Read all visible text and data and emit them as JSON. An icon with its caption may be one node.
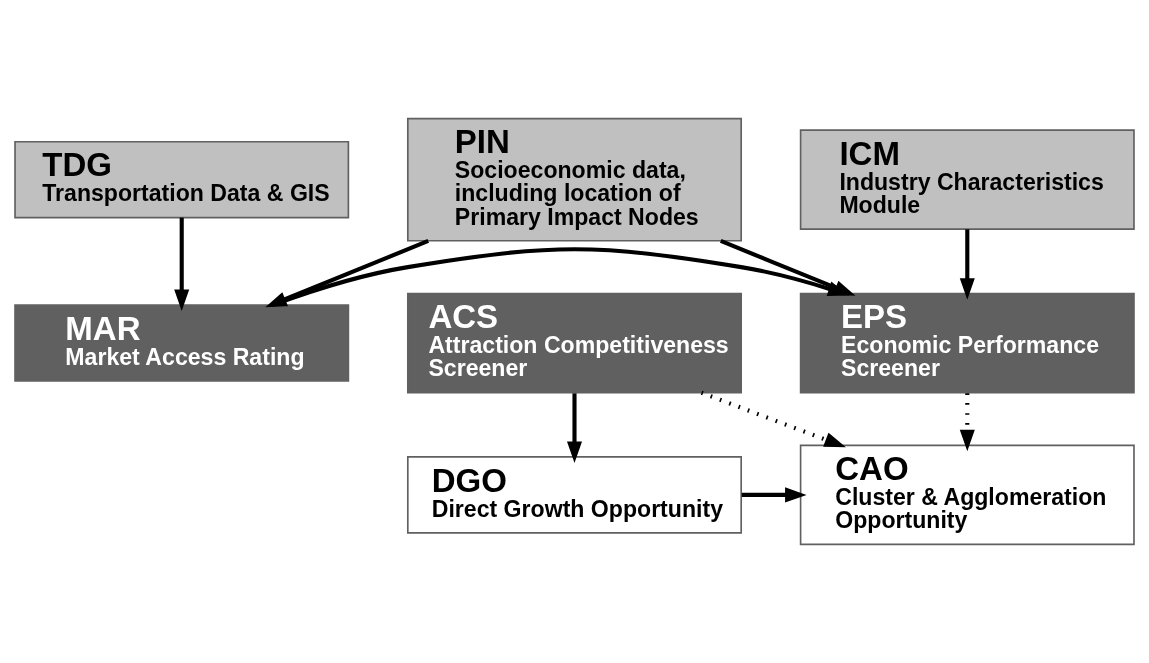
{
  "diagram": {
    "nodes": [
      {
        "text": [
          "TDG",
          "Transportation Data & GIS"
        ]
      },
      {
        "text": [
          "PIN",
          "Socioeconomic data, including location of Primary Impact Nodes"
        ]
      },
      {
        "text": [
          "ICM",
          "Industry Characteristics Module"
        ]
      },
      {
        "text": [
          "MAR",
          "Market Access Rating"
        ]
      },
      {
        "text": [
          "EPS",
          "Economic Performance Screener"
        ]
      },
      {
        "text": [
          "ACS",
          "Attraction Competitiveness Screener"
        ]
      },
      {
        "text": [
          "DGO",
          "Direct Growth Opportunity"
        ]
      },
      {
        "text": [
          "CAO",
          "Cluster & Agglomeration Opportunity"
        ]
      }
    ],
    "edges": [
      {
        "from": 0,
        "to": 3,
        "arrow": "to"
      },
      {
        "from": 1,
        "to": 3,
        "arrow": "to"
      },
      {
        "from": 1,
        "to": 4,
        "arrow": "to"
      },
      {
        "from": 2,
        "to": 4,
        "arrow": "to"
      },
      {
        "from": 3,
        "to": 4,
        "arrow": "to"
      },
      {
        "from": 5,
        "to": 6,
        "arrow": "to"
      },
      {
        "from": 4,
        "to": 7,
        "arrow": "to",
        "style": "dashed"
      },
      {
        "from": 5,
        "to": 7,
        "arrow": "to",
        "style": "dashed"
      },
      {
        "from": 6,
        "to": 7,
        "arrow": "to"
      }
    ]
  }
}
